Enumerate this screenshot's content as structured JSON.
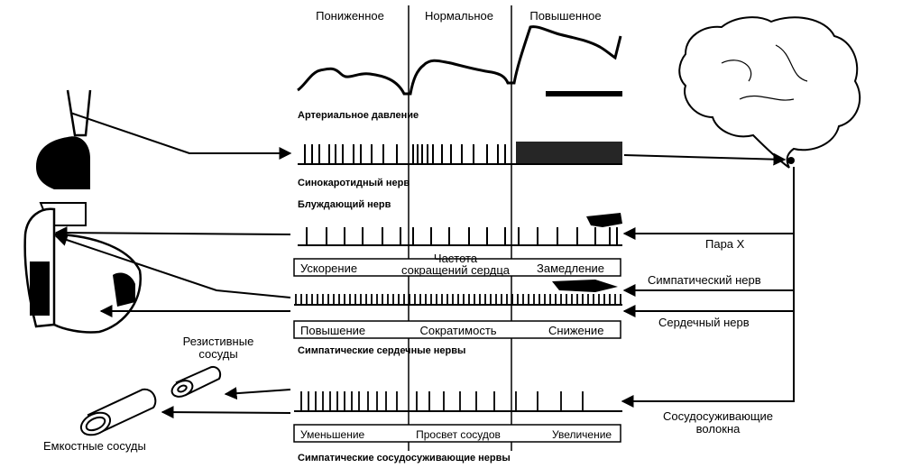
{
  "pressure": {
    "low": "Пониженное",
    "normal": "Нормальное",
    "high": "Повышенное"
  },
  "traces": {
    "arterial": "Артериальное давление",
    "carotid": "Синокаротидный нерв",
    "vagus": "Блуждающий нерв",
    "sympathetic_cardiac": "Симпатические сердечные нервы",
    "sympathetic_vaso": "Симпатические сосудосуживающие нервы"
  },
  "boxes": {
    "rate": {
      "left": "Ускорение",
      "center_1": "Частота",
      "center_2": "сокращений сердца",
      "right": "Замедление"
    },
    "contract": {
      "left": "Повышение",
      "center": "Сократимость",
      "right": "Снижение"
    },
    "lumen": {
      "left": "Уменьшение",
      "center": "Просвет сосудов",
      "right": "Увеличение"
    }
  },
  "nerves": {
    "pair_x": "Пара X",
    "sympathetic": "Симпатический нерв",
    "cardiac": "Сердечный нерв",
    "vaso_1": "Сосудосуживающие",
    "vaso_2": "волокна"
  },
  "vessels": {
    "resist_1": "Резистивные",
    "resist_2": "сосуды",
    "capacity": "Емкостные сосуды"
  }
}
